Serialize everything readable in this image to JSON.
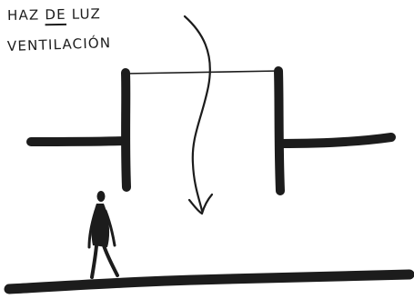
{
  "labels": {
    "line1_a": "HAZ",
    "line1_b": "DE",
    "line1_c": "LUZ",
    "line2": "VENTILACIÓN"
  },
  "colors": {
    "ink": "#1c1c1c",
    "background": "#ffffff"
  }
}
